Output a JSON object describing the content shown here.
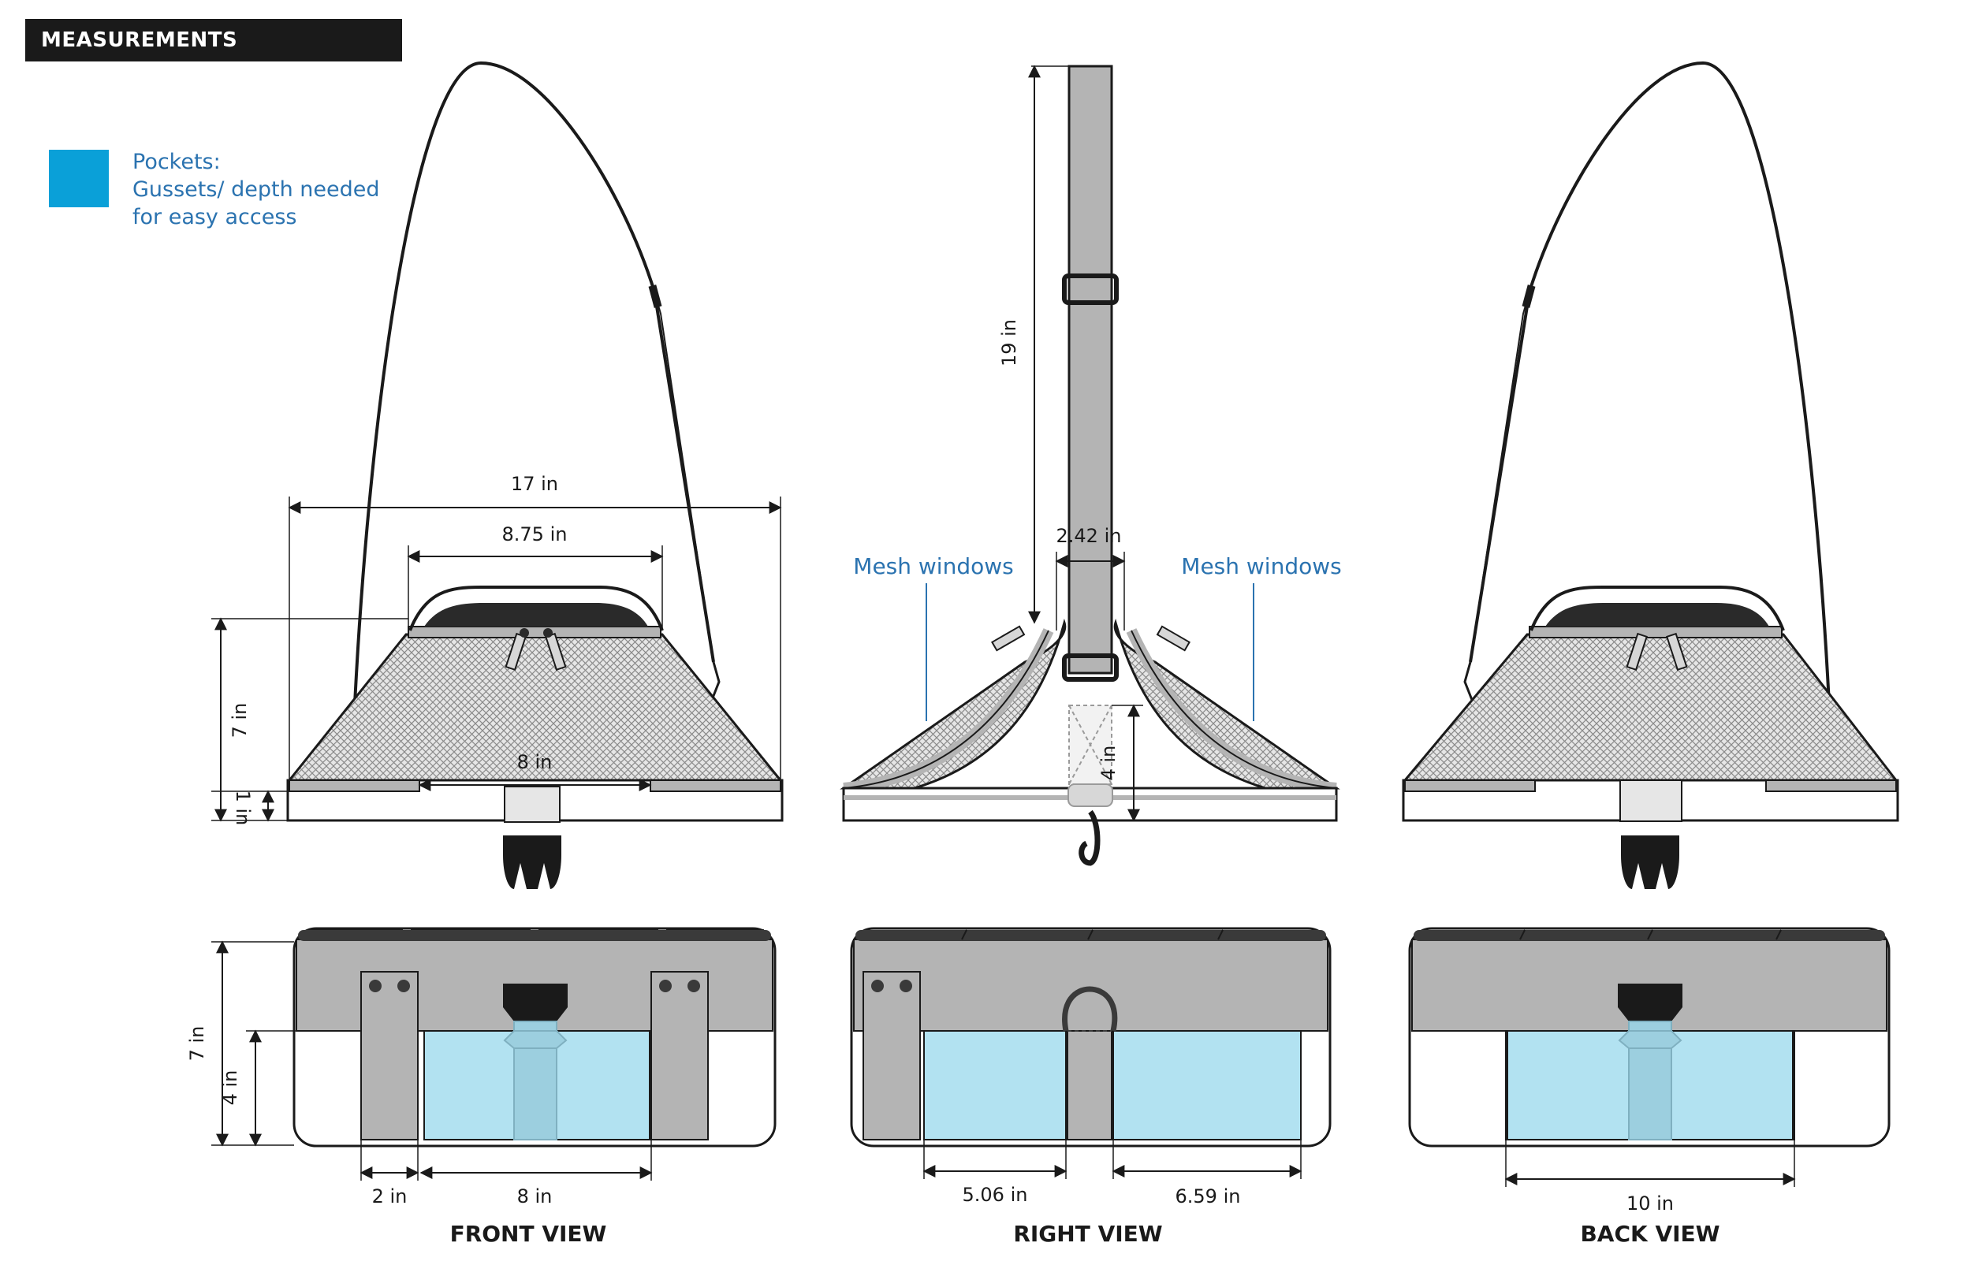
{
  "header": {
    "title": "MEASUREMENTS"
  },
  "legend": {
    "color": "#0aa0d8",
    "lines": [
      "Pockets:",
      "Gussets/ depth needed",
      "for easy access"
    ]
  },
  "colors": {
    "pocket": "#b2e2f1",
    "mesh": "#d7d7d7",
    "panel": "#b4b4b4",
    "dark": "#2a2a2a",
    "accent_text": "#2b73b0"
  },
  "front": {
    "dims": {
      "width": "17 in",
      "handle": "8.75 in",
      "height": "7 in",
      "base": "1 in",
      "inner": "8 in"
    }
  },
  "side": {
    "dims": {
      "strap": "19 in",
      "strap_width": "2.42 in",
      "clip_drop": "4 in"
    },
    "mesh_left": "Mesh windows",
    "mesh_right": "Mesh windows"
  },
  "bottom": {
    "front": {
      "height_total": "7 in",
      "height_pocket": "4 in",
      "strap": "2 in",
      "pocket": "8 in",
      "title": "FRONT VIEW"
    },
    "right": {
      "left_pocket": "5.06 in",
      "right_pocket": "6.59 in",
      "title": "RIGHT VIEW"
    },
    "back": {
      "pocket": "10 in",
      "title": "BACK VIEW"
    }
  }
}
